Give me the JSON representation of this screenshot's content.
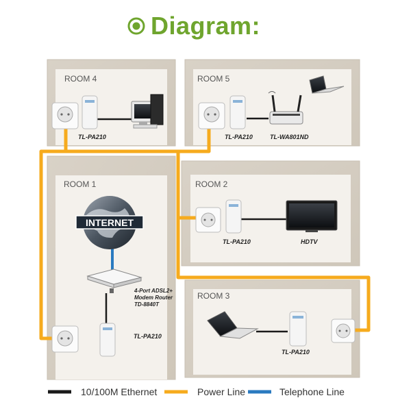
{
  "title": "Diagram:",
  "colors": {
    "title": "#6fa52e",
    "ethernet": "#1a1a1a",
    "power_line": "#f6ab1e",
    "telephone_line": "#2a7ac0",
    "room_frame": "#d8d1c6",
    "room_inner": "#f4f1ec"
  },
  "rooms": {
    "room4": {
      "label": "ROOM 4",
      "devices": [
        "TL-PA210"
      ]
    },
    "room5": {
      "label": "ROOM 5",
      "devices": [
        "TL-PA210",
        "TL-WA801ND"
      ]
    },
    "room1": {
      "label": "ROOM 1",
      "internet": "INTERNET",
      "router_label": [
        "4-Port ADSL2+",
        "Modem Router",
        "TD-8840T"
      ],
      "adapter": "TL-PA210"
    },
    "room2": {
      "label": "ROOM 2",
      "devices": [
        "TL-PA210",
        "HDTV"
      ]
    },
    "room3": {
      "label": "ROOM 3",
      "devices": [
        "TL-PA210"
      ]
    }
  },
  "legend": {
    "ethernet": "10/100M Ethernet",
    "power_line": "Power Line",
    "telephone_line": "Telephone Line"
  }
}
